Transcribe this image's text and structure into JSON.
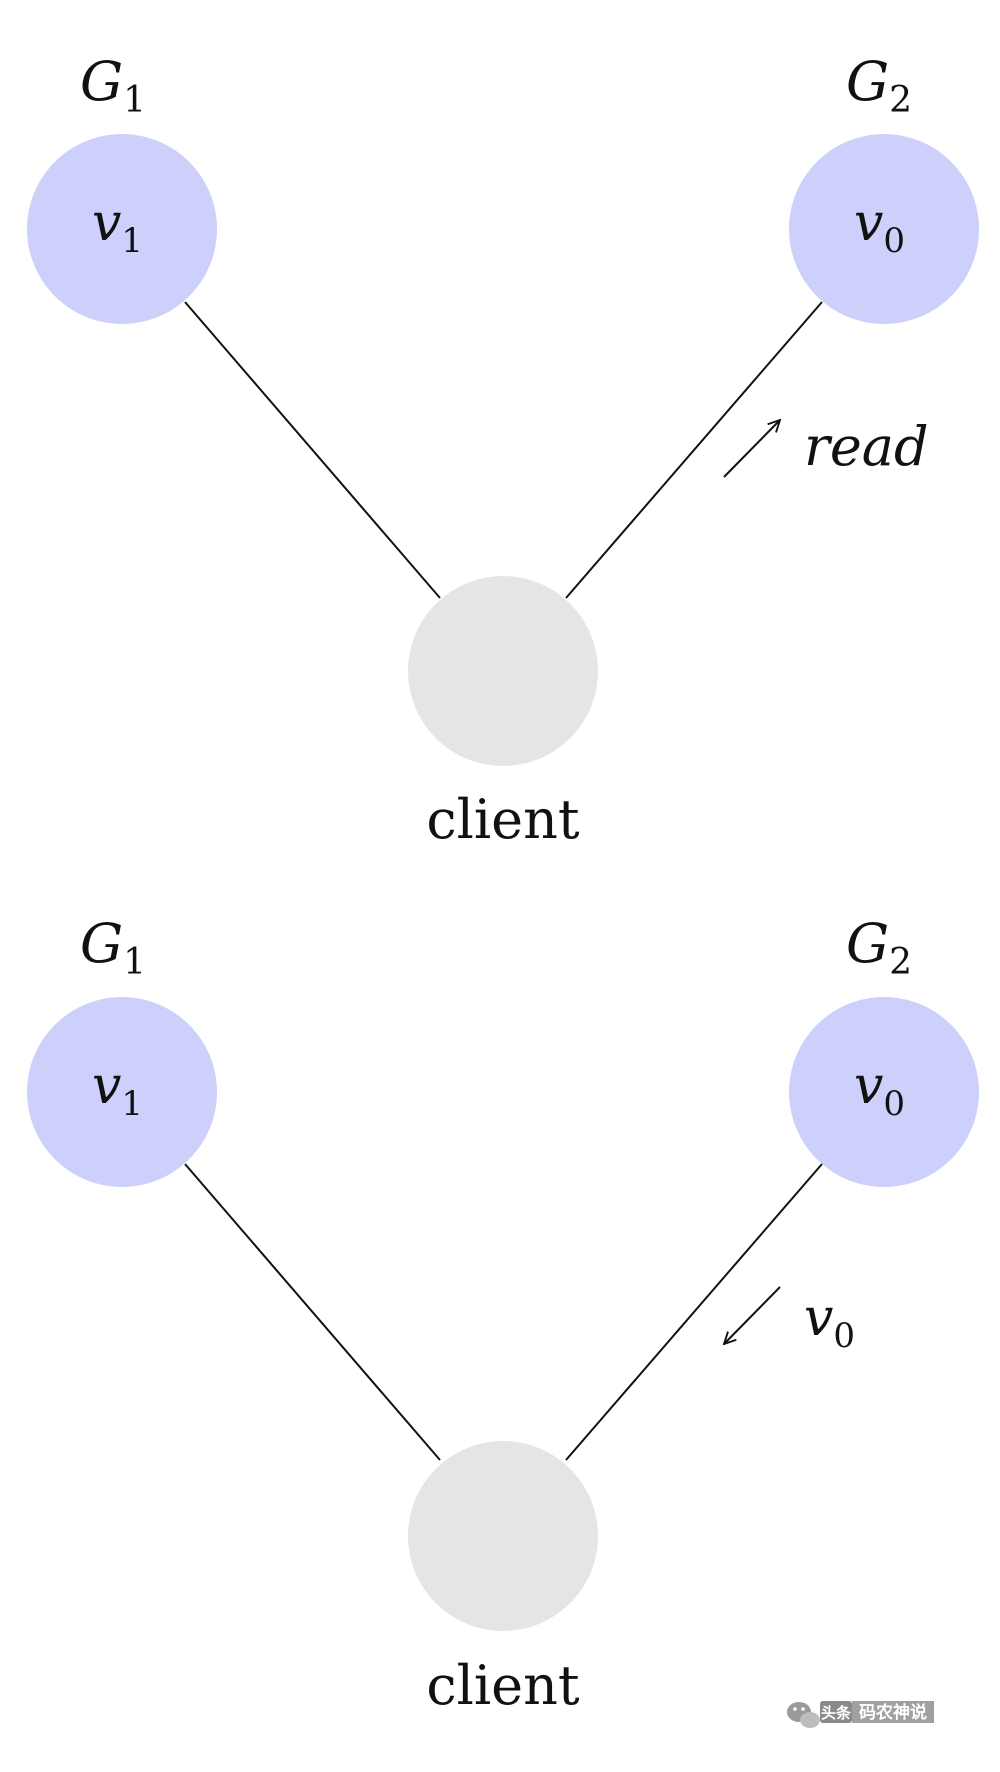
{
  "colors": {
    "node_fill": "#cdd0fb",
    "client_fill": "#e5e5e5",
    "edge": "#111111",
    "text": "#111111"
  },
  "panels": [
    {
      "g1": {
        "label": "G",
        "sub": "1"
      },
      "g2": {
        "label": "G",
        "sub": "2"
      },
      "node1": {
        "label": "v",
        "sub": "1"
      },
      "node2": {
        "label": "v",
        "sub": "0"
      },
      "client_label": "client",
      "arrow": {
        "direction": "up-right",
        "label": "read"
      }
    },
    {
      "g1": {
        "label": "G",
        "sub": "1"
      },
      "g2": {
        "label": "G",
        "sub": "2"
      },
      "node1": {
        "label": "v",
        "sub": "1"
      },
      "node2": {
        "label": "v",
        "sub": "0"
      },
      "client_label": "client",
      "arrow": {
        "direction": "down-left",
        "label": "v",
        "label_sub": "0"
      }
    }
  ],
  "watermark": {
    "badge": "头条",
    "text": "码农神说"
  }
}
